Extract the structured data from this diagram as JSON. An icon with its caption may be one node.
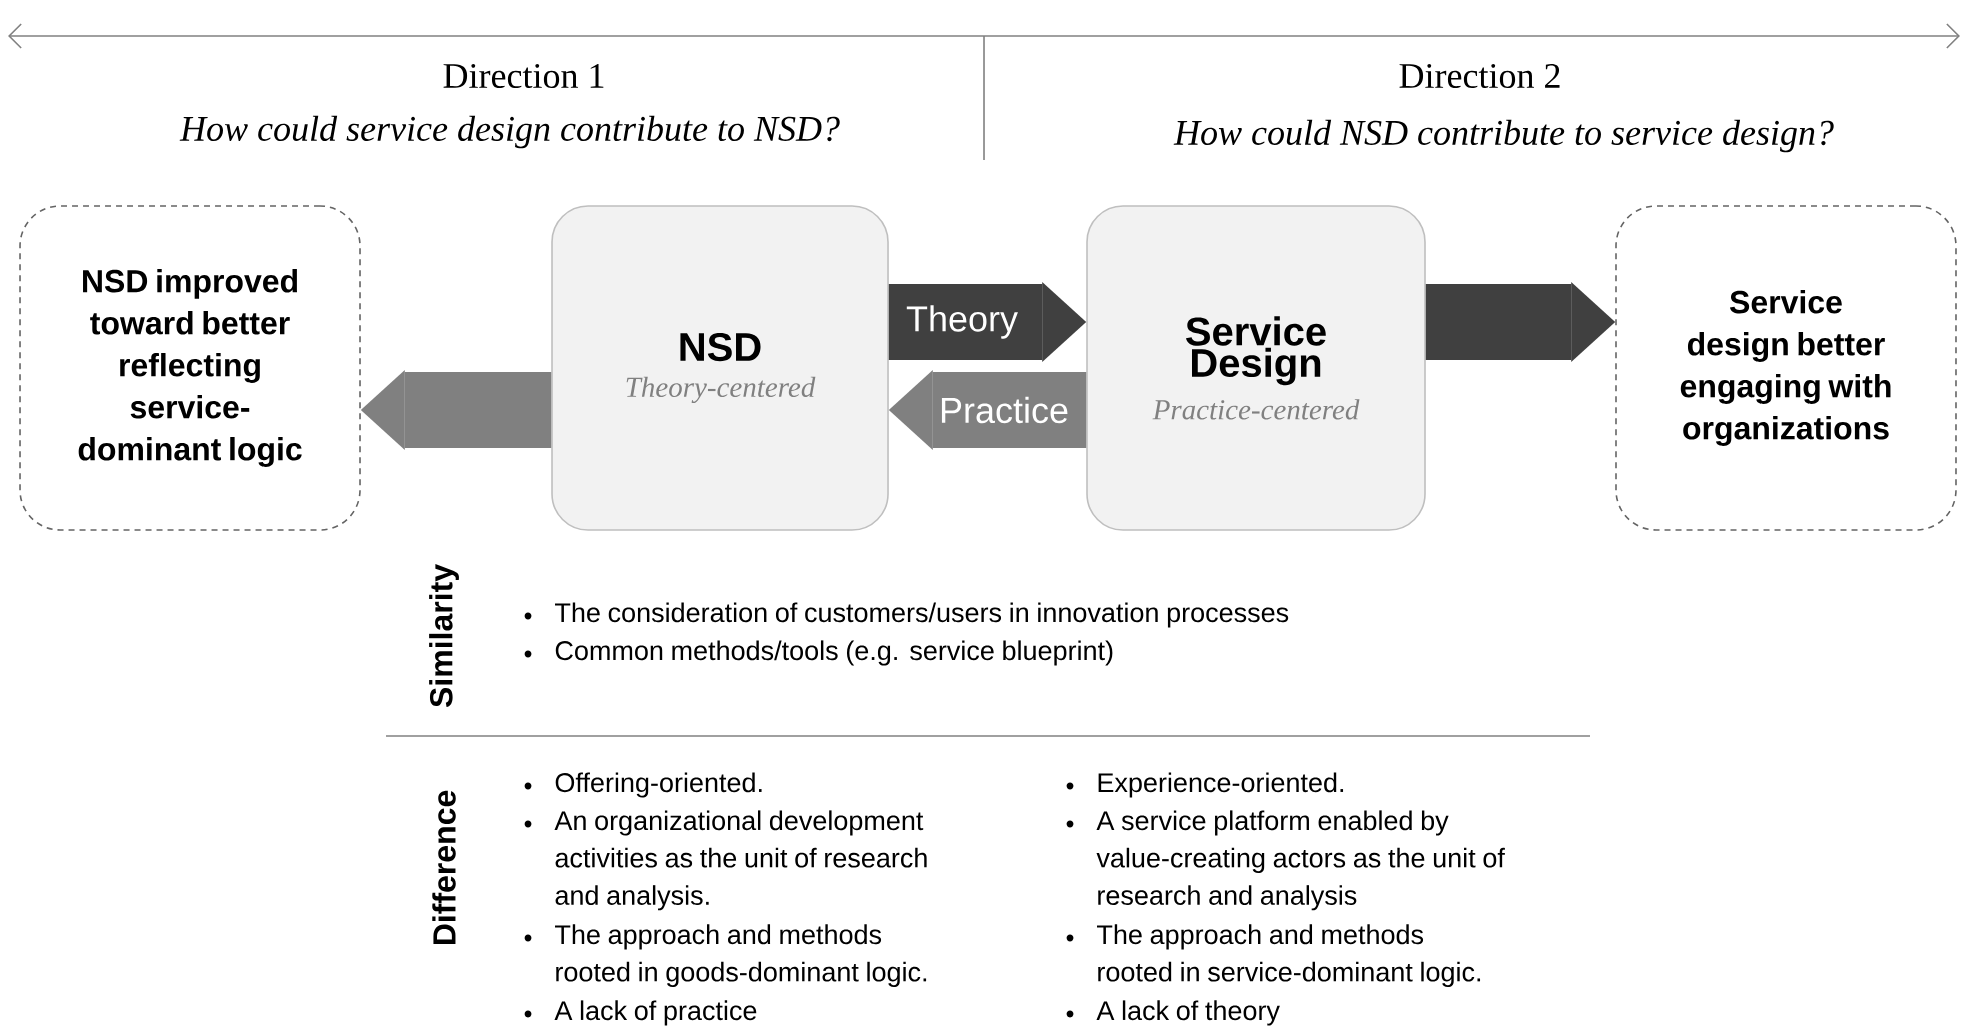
{
  "diagram": {
    "nodes": [
      {
        "text": [
          "NSD improved toward better reflecting service-dominant logic"
        ]
      },
      {
        "text": [
          "NSD",
          "Theory-centered"
        ]
      },
      {
        "text": [
          "Service Design",
          "Practice-centered"
        ]
      },
      {
        "text": [
          "Service design better engaging with organizations"
        ]
      }
    ],
    "edges": [
      {
        "from": 1,
        "to": 2,
        "arrow": "to",
        "label": "Theory",
        "color": "#404040"
      },
      {
        "from": 2,
        "to": 1,
        "arrow": "to",
        "label": "Practice",
        "color": "#808080"
      },
      {
        "from": 1,
        "to": 0,
        "arrow": "to",
        "color": "#808080"
      },
      {
        "from": 2,
        "to": 3,
        "arrow": "to",
        "color": "#404040"
      }
    ],
    "labels": [
      "Direction 1",
      "How could service design contribute to NSD?",
      "Direction 2",
      "How could NSD contribute to service design?",
      "Similarity",
      "The consideration of customers/users in innovation processes",
      "Common methods/tools (e.g. service blueprint)",
      "Difference",
      "Offering-oriented.",
      "Experience-oriented.",
      "An organizational development activities as the unit of research and analysis.",
      "A service platform enabled by value-creating actors as the unit of research and analysis",
      "The approach and methods rooted in goods-dominant logic.",
      "The approach and methods rooted in service-dominant logic.",
      "A lack of practice",
      "A lack of theory"
    ]
  }
}
